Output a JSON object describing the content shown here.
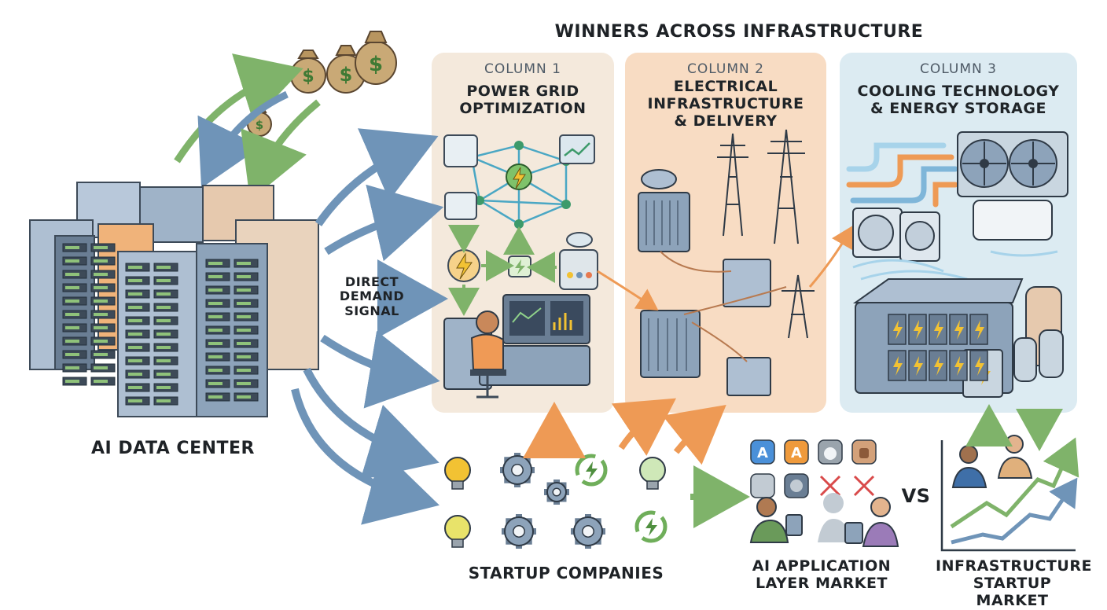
{
  "title": "WINNERS ACROSS INFRASTRUCTURE",
  "columns": [
    {
      "header": "COLUMN 1",
      "title_line1": "POWER GRID",
      "title_line2": "OPTIMIZATION",
      "title_line3": "",
      "color": "#f4e9dc"
    },
    {
      "header": "COLUMN 2",
      "title_line1": "ELECTRICAL",
      "title_line2": "INFRASTRUCTURE",
      "title_line3": "& DELIVERY",
      "color": "#f8dcc3"
    },
    {
      "header": "COLUMN 3",
      "title_line1": "COOLING TECHNOLOGY",
      "title_line2": "& ENERGY STORAGE",
      "title_line3": "",
      "color": "#dcebf2"
    }
  ],
  "demand_signal": {
    "line1": "DIRECT",
    "line2": "DEMAND",
    "line3": "SIGNAL"
  },
  "data_center_label": "AI DATA CENTER",
  "startups_label": "STARTUP COMPANIES",
  "app_market": {
    "line1": "AI APPLICATION",
    "line2": "LAYER MARKET"
  },
  "vs_label": "VS",
  "infra_market": {
    "line1": "INFRASTRUCTURE",
    "line2": "STARTUP MARKET"
  },
  "money_symbol": "$",
  "colors": {
    "arrow_blue": "#6f94b8",
    "arrow_green": "#7fb36a",
    "arrow_orange": "#ee9a55",
    "bolt": "#f2c233"
  },
  "icons": [
    "money-bag-icon",
    "server-rack-icon",
    "grid-network-icon",
    "monitor-chart-icon",
    "lightning-icon",
    "control-panel-icon",
    "operator-icon",
    "transformer-icon",
    "transmission-tower-icon",
    "pipes-icon",
    "cooling-fan-icon",
    "air-conditioner-icon",
    "battery-storage-icon",
    "lightbulb-icon",
    "gear-icon",
    "renewable-cycle-icon",
    "app-store-icon",
    "apple-icon",
    "android-icon",
    "people-icon",
    "growth-chart-icon"
  ]
}
